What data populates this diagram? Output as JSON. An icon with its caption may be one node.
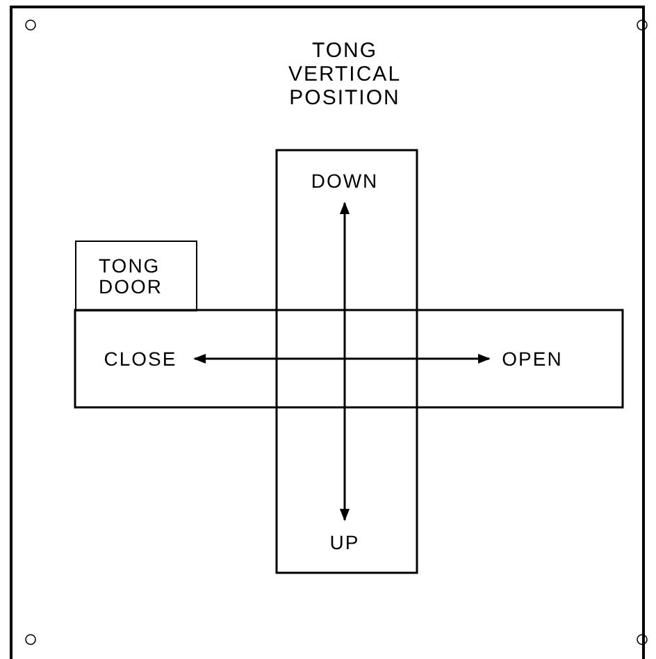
{
  "diagram": {
    "title": "TONG VERTICAL POSITION",
    "nodes": [
      {
        "text": [
          "TONG DOOR"
        ]
      },
      {
        "text": [
          "DOWN"
        ]
      },
      {
        "text": [
          "UP"
        ]
      },
      {
        "text": [
          "CLOSE"
        ]
      },
      {
        "text": [
          "OPEN"
        ]
      }
    ],
    "edges": [
      {
        "from": 1,
        "to": 2,
        "arrow": "both"
      },
      {
        "from": 3,
        "to": 4,
        "arrow": "both"
      }
    ]
  }
}
